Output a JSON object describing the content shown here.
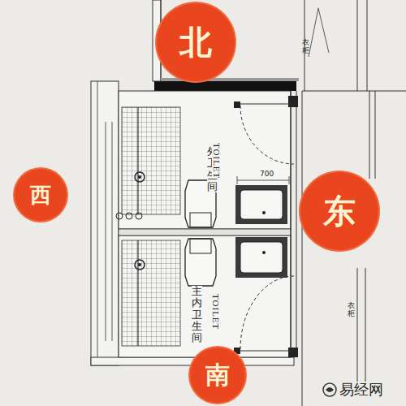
{
  "diagram": {
    "nodes": [
      {
        "text": [
          "北"
        ]
      },
      {
        "text": [
          "西"
        ]
      },
      {
        "text": [
          "外卫生间",
          "TOILET"
        ]
      },
      {
        "text": [
          "东"
        ]
      },
      {
        "text": [
          "主内卫生间",
          "TOILET"
        ]
      },
      {
        "text": [
          "南"
        ]
      }
    ],
    "labels": [
      "700",
      "衣柜",
      "衣柜",
      "易经网"
    ]
  }
}
